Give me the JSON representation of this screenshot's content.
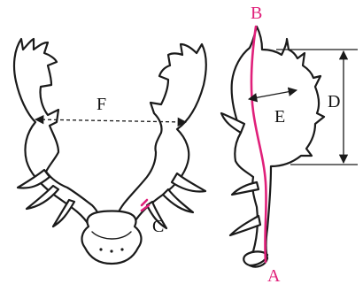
{
  "labels": {
    "a": "A",
    "b": "B",
    "c": "C",
    "d": "D",
    "e": "E",
    "f": "F"
  },
  "colors": {
    "outline": "#1a1a1a",
    "length_line": "#e0207a",
    "background": "#ffffff"
  }
}
